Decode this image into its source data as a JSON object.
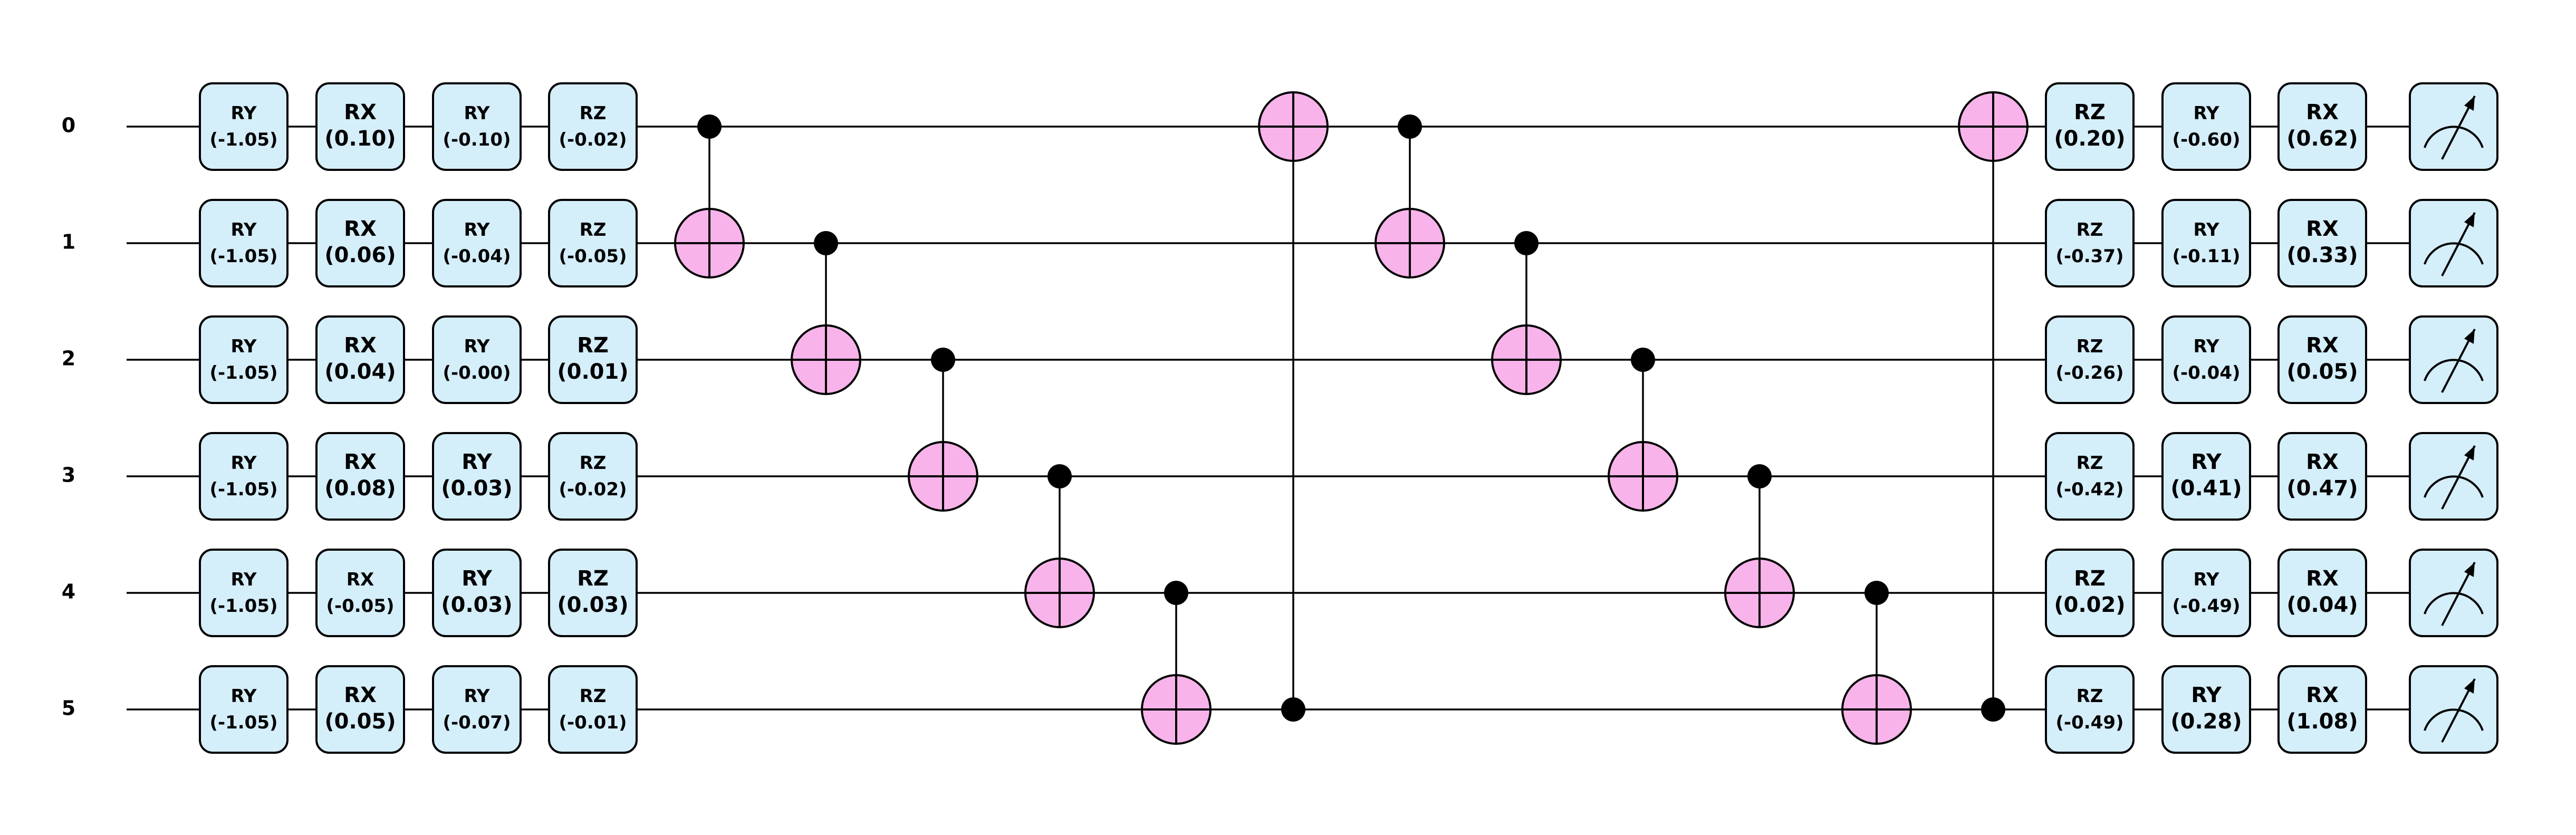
{
  "circuit": {
    "qubits": [
      "0",
      "1",
      "2",
      "3",
      "4",
      "5"
    ],
    "colors": {
      "gate_fill": "#d4eefa",
      "target_fill": "#f7b3ea",
      "line": "#000000"
    },
    "rotation_layer_1": [
      [
        {
          "name": "RY",
          "param": "(-1.05)"
        },
        {
          "name": "RY",
          "param": "(-1.05)"
        },
        {
          "name": "RY",
          "param": "(-1.05)"
        },
        {
          "name": "RY",
          "param": "(-1.05)"
        },
        {
          "name": "RY",
          "param": "(-1.05)"
        },
        {
          "name": "RY",
          "param": "(-1.05)"
        }
      ],
      [
        {
          "name": "RX",
          "param": "(0.10)"
        },
        {
          "name": "RX",
          "param": "(0.06)"
        },
        {
          "name": "RX",
          "param": "(0.04)"
        },
        {
          "name": "RX",
          "param": "(0.08)"
        },
        {
          "name": "RX",
          "param": "(-0.05)"
        },
        {
          "name": "RX",
          "param": "(0.05)"
        }
      ],
      [
        {
          "name": "RY",
          "param": "(-0.10)"
        },
        {
          "name": "RY",
          "param": "(-0.04)"
        },
        {
          "name": "RY",
          "param": "(-0.00)"
        },
        {
          "name": "RY",
          "param": "(0.03)"
        },
        {
          "name": "RY",
          "param": "(0.03)"
        },
        {
          "name": "RY",
          "param": "(-0.07)"
        }
      ],
      [
        {
          "name": "RZ",
          "param": "(-0.02)"
        },
        {
          "name": "RZ",
          "param": "(-0.05)"
        },
        {
          "name": "RZ",
          "param": "(0.01)"
        },
        {
          "name": "RZ",
          "param": "(-0.02)"
        },
        {
          "name": "RZ",
          "param": "(0.03)"
        },
        {
          "name": "RZ",
          "param": "(-0.01)"
        }
      ]
    ],
    "entangling": [
      {
        "control": 0,
        "target": 1
      },
      {
        "control": 1,
        "target": 2
      },
      {
        "control": 2,
        "target": 3
      },
      {
        "control": 3,
        "target": 4
      },
      {
        "control": 4,
        "target": 5
      },
      {
        "control": 5,
        "target": 0
      },
      {
        "control": 0,
        "target": 1
      },
      {
        "control": 1,
        "target": 2
      },
      {
        "control": 2,
        "target": 3
      },
      {
        "control": 3,
        "target": 4
      },
      {
        "control": 4,
        "target": 5
      },
      {
        "control": 5,
        "target": 0
      }
    ],
    "rotation_layer_2": [
      [
        {
          "name": "RZ",
          "param": "(0.20)"
        },
        {
          "name": "RZ",
          "param": "(-0.37)"
        },
        {
          "name": "RZ",
          "param": "(-0.26)"
        },
        {
          "name": "RZ",
          "param": "(-0.42)"
        },
        {
          "name": "RZ",
          "param": "(0.02)"
        },
        {
          "name": "RZ",
          "param": "(-0.49)"
        }
      ],
      [
        {
          "name": "RY",
          "param": "(-0.60)"
        },
        {
          "name": "RY",
          "param": "(-0.11)"
        },
        {
          "name": "RY",
          "param": "(-0.04)"
        },
        {
          "name": "RY",
          "param": "(0.41)"
        },
        {
          "name": "RY",
          "param": "(-0.49)"
        },
        {
          "name": "RY",
          "param": "(0.28)"
        }
      ],
      [
        {
          "name": "RX",
          "param": "(0.62)"
        },
        {
          "name": "RX",
          "param": "(0.33)"
        },
        {
          "name": "RX",
          "param": "(0.05)"
        },
        {
          "name": "RX",
          "param": "(0.47)"
        },
        {
          "name": "RX",
          "param": "(0.04)"
        },
        {
          "name": "RX",
          "param": "(1.08)"
        }
      ]
    ],
    "measurements": [
      true,
      true,
      true,
      true,
      true,
      true
    ]
  }
}
